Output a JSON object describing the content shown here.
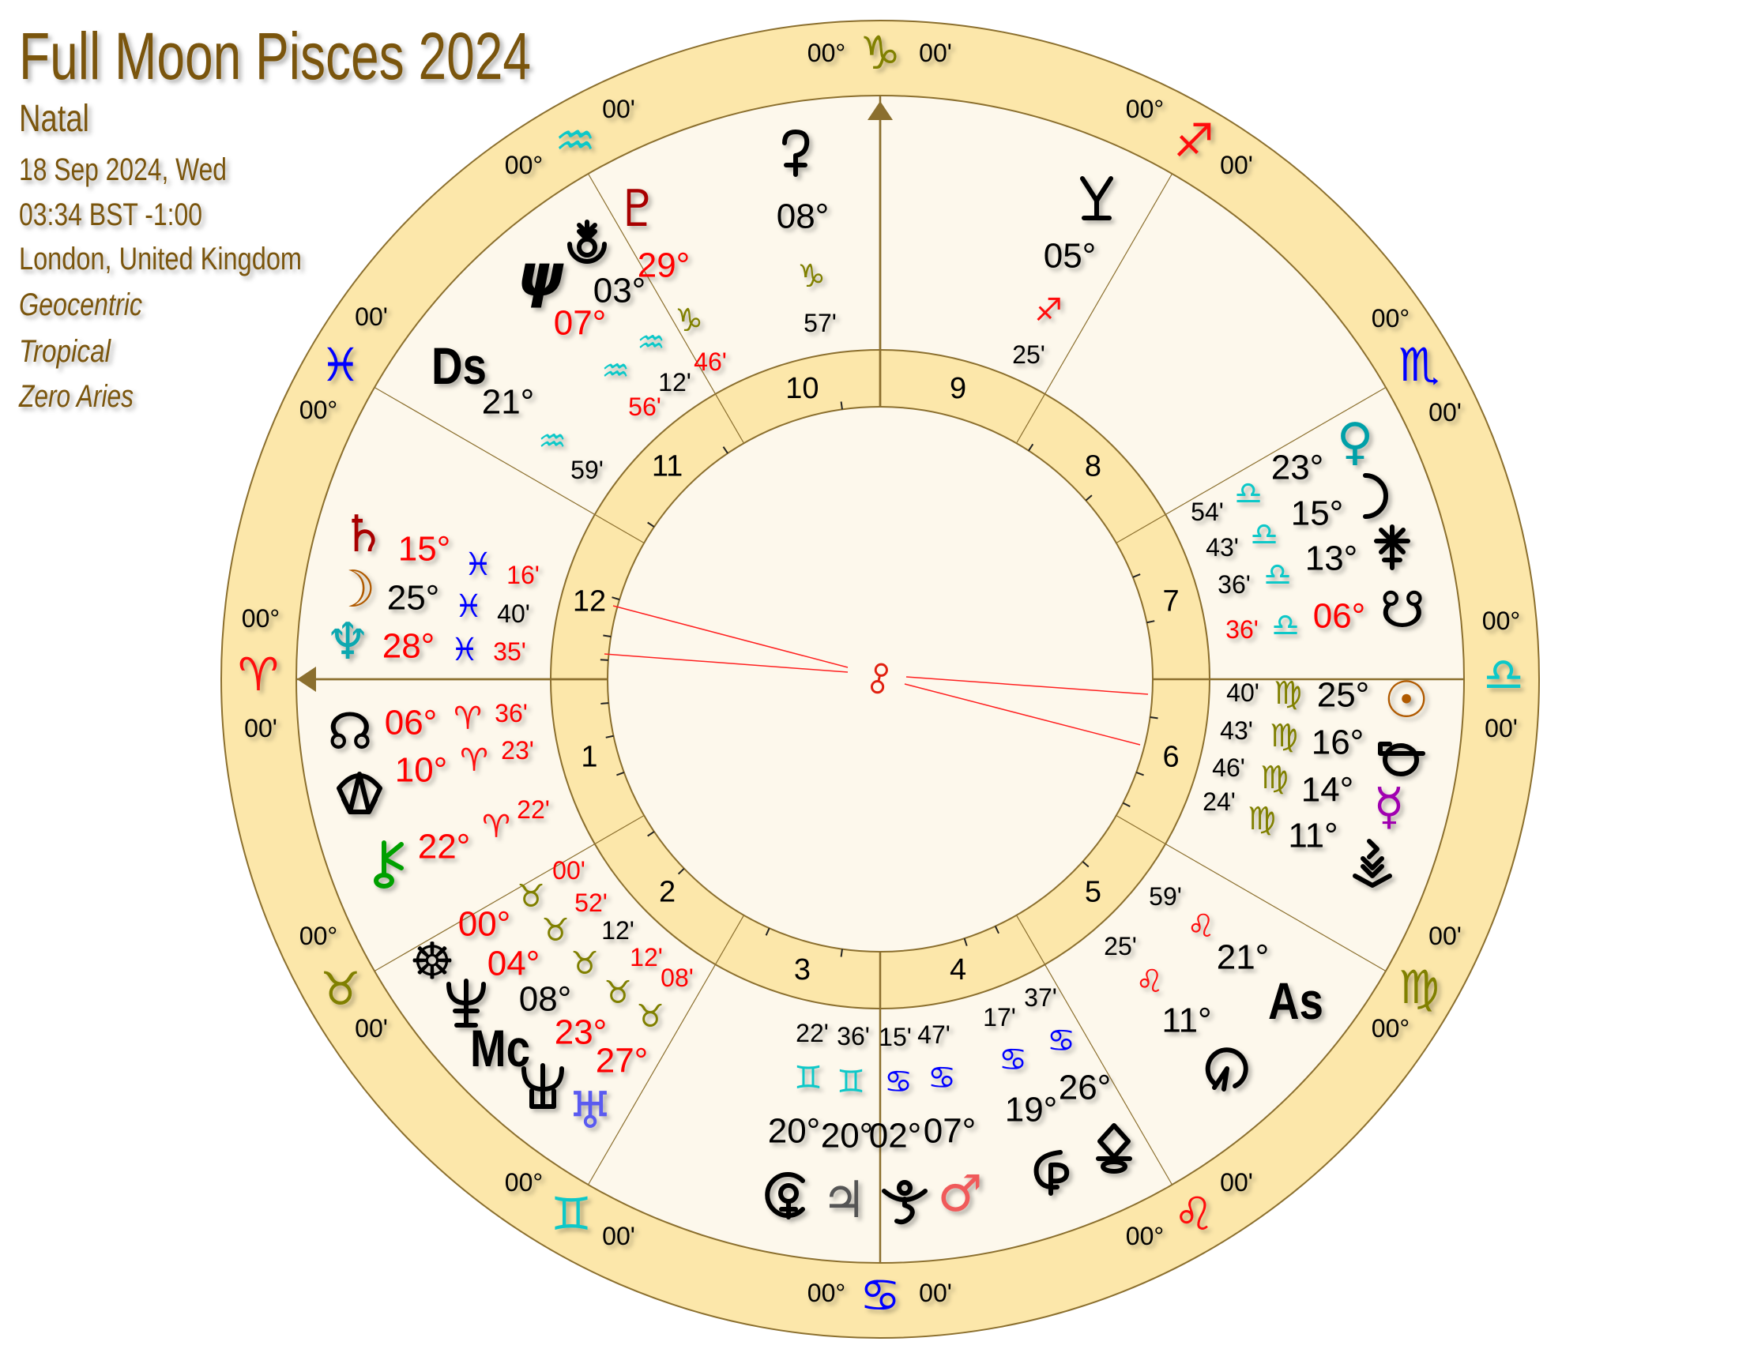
{
  "header": {
    "title": "Full Moon Pisces 2024",
    "chart_type": "Natal",
    "date": "18 Sep 2024, Wed",
    "time": "03:34 BST -1:00",
    "location": "London, United Kingdom",
    "perspective": "Geocentric",
    "zodiac": "Tropical",
    "house_system": "Zero Aries"
  },
  "colors": {
    "header_text": "#7a5410",
    "ring_fill": "#fce7aa",
    "inner_fill": "#fdf8ec",
    "line": "#8b6f2e",
    "aspect_line": "#ff2020"
  },
  "sign_colors": {
    "aries": "#ff1010",
    "taurus": "#808000",
    "gemini": "#10c8c8",
    "cancer": "#0000ff",
    "leo": "#ff1010",
    "virgo": "#808000",
    "libra": "#10c8c8",
    "scorpio": "#0000ff",
    "sagittarius": "#ff1010",
    "capricorn": "#808000",
    "aquarius": "#10c8c8",
    "pisces": "#0000ff"
  },
  "zodiac_ring": [
    {
      "sign": "aries",
      "degree": "00°",
      "minute": "00'"
    },
    {
      "sign": "taurus",
      "degree": "00°",
      "minute": "00'"
    },
    {
      "sign": "gemini",
      "degree": "00°",
      "minute": "00'"
    },
    {
      "sign": "cancer",
      "degree": "00°",
      "minute": "00'"
    },
    {
      "sign": "leo",
      "degree": "00°",
      "minute": "00'"
    },
    {
      "sign": "virgo",
      "degree": "00°",
      "minute": "00'"
    },
    {
      "sign": "libra",
      "degree": "00°",
      "minute": "00'"
    },
    {
      "sign": "scorpio",
      "degree": "00°",
      "minute": "00'"
    },
    {
      "sign": "sagittarius",
      "degree": "00°",
      "minute": "00'"
    },
    {
      "sign": "capricorn",
      "degree": "00°",
      "minute": "00'"
    },
    {
      "sign": "aquarius",
      "degree": "00°",
      "minute": "00'"
    },
    {
      "sign": "pisces",
      "degree": "00°",
      "minute": "00'"
    }
  ],
  "houses": [
    "1",
    "2",
    "3",
    "4",
    "5",
    "6",
    "7",
    "8",
    "9",
    "10",
    "11",
    "12"
  ],
  "placements": [
    {
      "icon": "saturn",
      "glyph_color": "#a80000",
      "degree": "15°",
      "degree_color": "#ff0000",
      "sign": "pisces",
      "minute": "16'",
      "minute_color": "#ff0000"
    },
    {
      "icon": "moon",
      "glyph_color": "#b05a00",
      "degree": "25°",
      "degree_color": "#000000",
      "sign": "pisces",
      "minute": "40'",
      "minute_color": "#000000"
    },
    {
      "icon": "neptune",
      "glyph_color": "#10a8b0",
      "degree": "28°",
      "degree_color": "#ff0000",
      "sign": "pisces",
      "minute": "35'",
      "minute_color": "#ff0000"
    },
    {
      "icon": "north-node",
      "glyph_color": "#000000",
      "degree": "06°",
      "degree_color": "#ff0000",
      "sign": "aries",
      "minute": "36'",
      "minute_color": "#ff0000"
    },
    {
      "icon": "shell",
      "glyph_color": "#000000",
      "degree": "10°",
      "degree_color": "#ff0000",
      "sign": "aries",
      "minute": "23'",
      "minute_color": "#ff0000"
    },
    {
      "icon": "chiron",
      "glyph_color": "#00a000",
      "degree": "22°",
      "degree_color": "#ff0000",
      "sign": "aries",
      "minute": "22'",
      "minute_color": "#ff0000"
    },
    {
      "icon": "wheel",
      "glyph_color": "#000000",
      "degree": "00°",
      "degree_color": "#ff0000",
      "sign": "taurus",
      "minute": "00'",
      "minute_color": "#ff0000"
    },
    {
      "icon": "crescent-staff",
      "glyph_color": "#000000",
      "degree": "04°",
      "degree_color": "#ff0000",
      "sign": "taurus",
      "minute": "52'",
      "minute_color": "#ff0000"
    },
    {
      "icon": "midheaven",
      "label": "Mc",
      "glyph_color": "#000000",
      "degree": "08°",
      "degree_color": "#000000",
      "sign": "taurus",
      "minute": "12'",
      "minute_color": "#000000"
    },
    {
      "icon": "crescent-cup",
      "glyph_color": "#000000",
      "degree": "23°",
      "degree_color": "#ff0000",
      "sign": "taurus",
      "minute": "12'",
      "minute_color": "#ff0000"
    },
    {
      "icon": "uranus",
      "glyph_color": "#5a5af0",
      "degree": "27°",
      "degree_color": "#ff0000",
      "sign": "taurus",
      "minute": "08'",
      "minute_color": "#ff0000"
    },
    {
      "icon": "arc-circle-cross",
      "glyph_color": "#000000",
      "degree": "20°",
      "degree_color": "#000000",
      "sign": "gemini",
      "minute": "22'",
      "minute_color": "#000000"
    },
    {
      "icon": "jupiter",
      "glyph_color": "#555555",
      "degree": "20°",
      "degree_color": "#000000",
      "sign": "gemini",
      "minute": "36'",
      "minute_color": "#000000"
    },
    {
      "icon": "figure",
      "glyph_color": "#000000",
      "degree": "02°",
      "degree_color": "#000000",
      "sign": "cancer",
      "minute": "15'",
      "minute_color": "#000000"
    },
    {
      "icon": "mars",
      "glyph_color": "#f05a5a",
      "degree": "07°",
      "degree_color": "#000000",
      "sign": "cancer",
      "minute": "47'",
      "minute_color": "#000000"
    },
    {
      "icon": "c-p",
      "glyph_color": "#000000",
      "degree": "19°",
      "degree_color": "#000000",
      "sign": "cancer",
      "minute": "17'",
      "minute_color": "#000000"
    },
    {
      "icon": "diamond-base",
      "glyph_color": "#000000",
      "degree": "26°",
      "degree_color": "#000000",
      "sign": "cancer",
      "minute": "37'",
      "minute_color": "#000000"
    },
    {
      "icon": "circle-wedge",
      "glyph_color": "#000000",
      "degree": "11°",
      "degree_color": "#000000",
      "sign": "leo",
      "minute": "25'",
      "minute_color": "#000000"
    },
    {
      "icon": "ascendant",
      "label": "As",
      "glyph_color": "#000000",
      "degree": "21°",
      "degree_color": "#000000",
      "sign": "leo",
      "minute": "59'",
      "minute_color": "#000000"
    },
    {
      "icon": "chevrons",
      "glyph_color": "#000000",
      "degree": "11°",
      "degree_color": "#000000",
      "sign": "virgo",
      "minute": "24'",
      "minute_color": "#000000"
    },
    {
      "icon": "mercury",
      "glyph_color": "#a000b0",
      "degree": "14°",
      "degree_color": "#000000",
      "sign": "virgo",
      "minute": "46'",
      "minute_color": "#000000"
    },
    {
      "icon": "phi-hook",
      "glyph_color": "#000000",
      "degree": "16°",
      "degree_color": "#000000",
      "sign": "virgo",
      "minute": "43'",
      "minute_color": "#000000"
    },
    {
      "icon": "sun",
      "glyph_color": "#b05a00",
      "degree": "25°",
      "degree_color": "#000000",
      "sign": "virgo",
      "minute": "40'",
      "minute_color": "#000000"
    },
    {
      "icon": "south-node",
      "glyph_color": "#000000",
      "degree": "06°",
      "degree_color": "#ff0000",
      "sign": "libra",
      "minute": "36'",
      "minute_color": "#ff0000"
    },
    {
      "icon": "juno",
      "glyph_color": "#000000",
      "degree": "13°",
      "degree_color": "#000000",
      "sign": "libra",
      "minute": "36'",
      "minute_color": "#000000"
    },
    {
      "icon": "half-moon",
      "glyph_color": "#000000",
      "degree": "15°",
      "degree_color": "#000000",
      "sign": "libra",
      "minute": "43'",
      "minute_color": "#000000"
    },
    {
      "icon": "venus",
      "glyph_color": "#00a0a8",
      "degree": "23°",
      "degree_color": "#000000",
      "sign": "libra",
      "minute": "54'",
      "minute_color": "#000000"
    },
    {
      "icon": "y-base",
      "glyph_color": "#000000",
      "degree": "05°",
      "degree_color": "#000000",
      "sign": "sagittarius",
      "minute": "25'",
      "minute_color": "#000000"
    },
    {
      "icon": "ceres",
      "glyph_color": "#000000",
      "degree": "08°",
      "degree_color": "#000000",
      "sign": "capricorn",
      "minute": "57'",
      "minute_color": "#000000"
    },
    {
      "icon": "pluto",
      "glyph_color": "#a80000",
      "degree": "29°",
      "degree_color": "#ff0000",
      "sign": "capricorn",
      "minute": "46'",
      "minute_color": "#ff0000"
    },
    {
      "icon": "orb-arrows",
      "glyph_color": "#000000",
      "degree": "03°",
      "degree_color": "#000000",
      "sign": "aquarius",
      "minute": "12'",
      "minute_color": "#000000"
    },
    {
      "icon": "psi",
      "glyph_color": "#000000",
      "degree": "07°",
      "degree_color": "#ff0000",
      "sign": "aquarius",
      "minute": "56'",
      "minute_color": "#ff0000"
    },
    {
      "icon": "descendant",
      "label": "Ds",
      "glyph_color": "#000000",
      "degree": "21°",
      "degree_color": "#000000",
      "sign": "aquarius",
      "minute": "59'",
      "minute_color": "#000000"
    }
  ],
  "center": {
    "icon": "opposition",
    "color": "#e02010"
  }
}
